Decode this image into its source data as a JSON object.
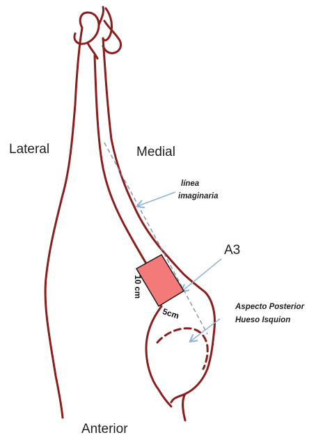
{
  "labels": {
    "lateral": "Lateral",
    "medial": "Medial",
    "anterior": "Anterior",
    "imaginary_line_1": "línea",
    "imaginary_line_2": "imaginaria",
    "area": "A3",
    "ischium_1": "Aspecto Posterior",
    "ischium_2": "Hueso Isquion",
    "length": "10 cm",
    "width": "5cm"
  },
  "colors": {
    "limb_outline": "#8c1d1d",
    "guide_dashes": "#7f92a8",
    "arrow": "#8fb3d9",
    "flap_fill": "#f47a7a",
    "flap_stroke": "#1a1a1a",
    "text": "#1f1f1f"
  }
}
